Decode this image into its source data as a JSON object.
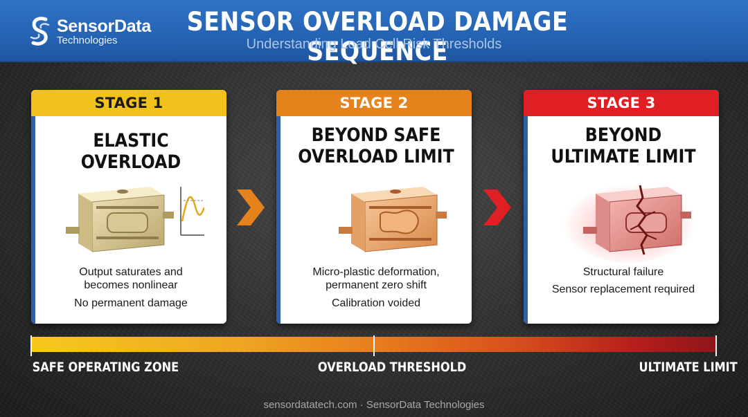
{
  "header": {
    "logo_name": "SensorData",
    "logo_sub": "Technologies",
    "title": "SENSOR OVERLOAD DAMAGE SEQUENCE",
    "subtitle": "Understanding Load Cell Risk Thresholds"
  },
  "stages": [
    {
      "label": "STAGE 1",
      "heading_line1": "ELASTIC OVERLOAD",
      "heading_line2": "",
      "desc_line1": "Output saturates and",
      "desc_line2": "becomes nonlinear",
      "note": "No permanent damage",
      "color": "#f1c21b"
    },
    {
      "label": "STAGE 2",
      "heading_line1": "BEYOND SAFE",
      "heading_line2": "OVERLOAD LIMIT",
      "desc_line1": "Micro-plastic deformation,",
      "desc_line2": "permanent zero shift",
      "note": "Calibration voided",
      "color": "#e5821b"
    },
    {
      "label": "STAGE 3",
      "heading_line1": "BEYOND",
      "heading_line2": "ULTIMATE LIMIT",
      "desc_line1": "Structural failure",
      "desc_line2": "",
      "note": "Sensor replacement required",
      "color": "#e01f25"
    }
  ],
  "scale": {
    "labels": [
      "SAFE OPERATING ZONE",
      "OVERLOAD THRESHOLD",
      "ULTIMATE LIMIT"
    ]
  },
  "footer": "sensordatatech.com · SensorData Technologies",
  "icons": [
    "sensordata-logo-icon",
    "load-cell-icon",
    "saturation-curve-icon",
    "cracked-load-cell-icon",
    "chevron-right-icon"
  ],
  "colors": {
    "brand_blue": "#2563b3",
    "stage1": "#f1c21b",
    "stage2": "#e5821b",
    "stage3": "#e01f25"
  }
}
